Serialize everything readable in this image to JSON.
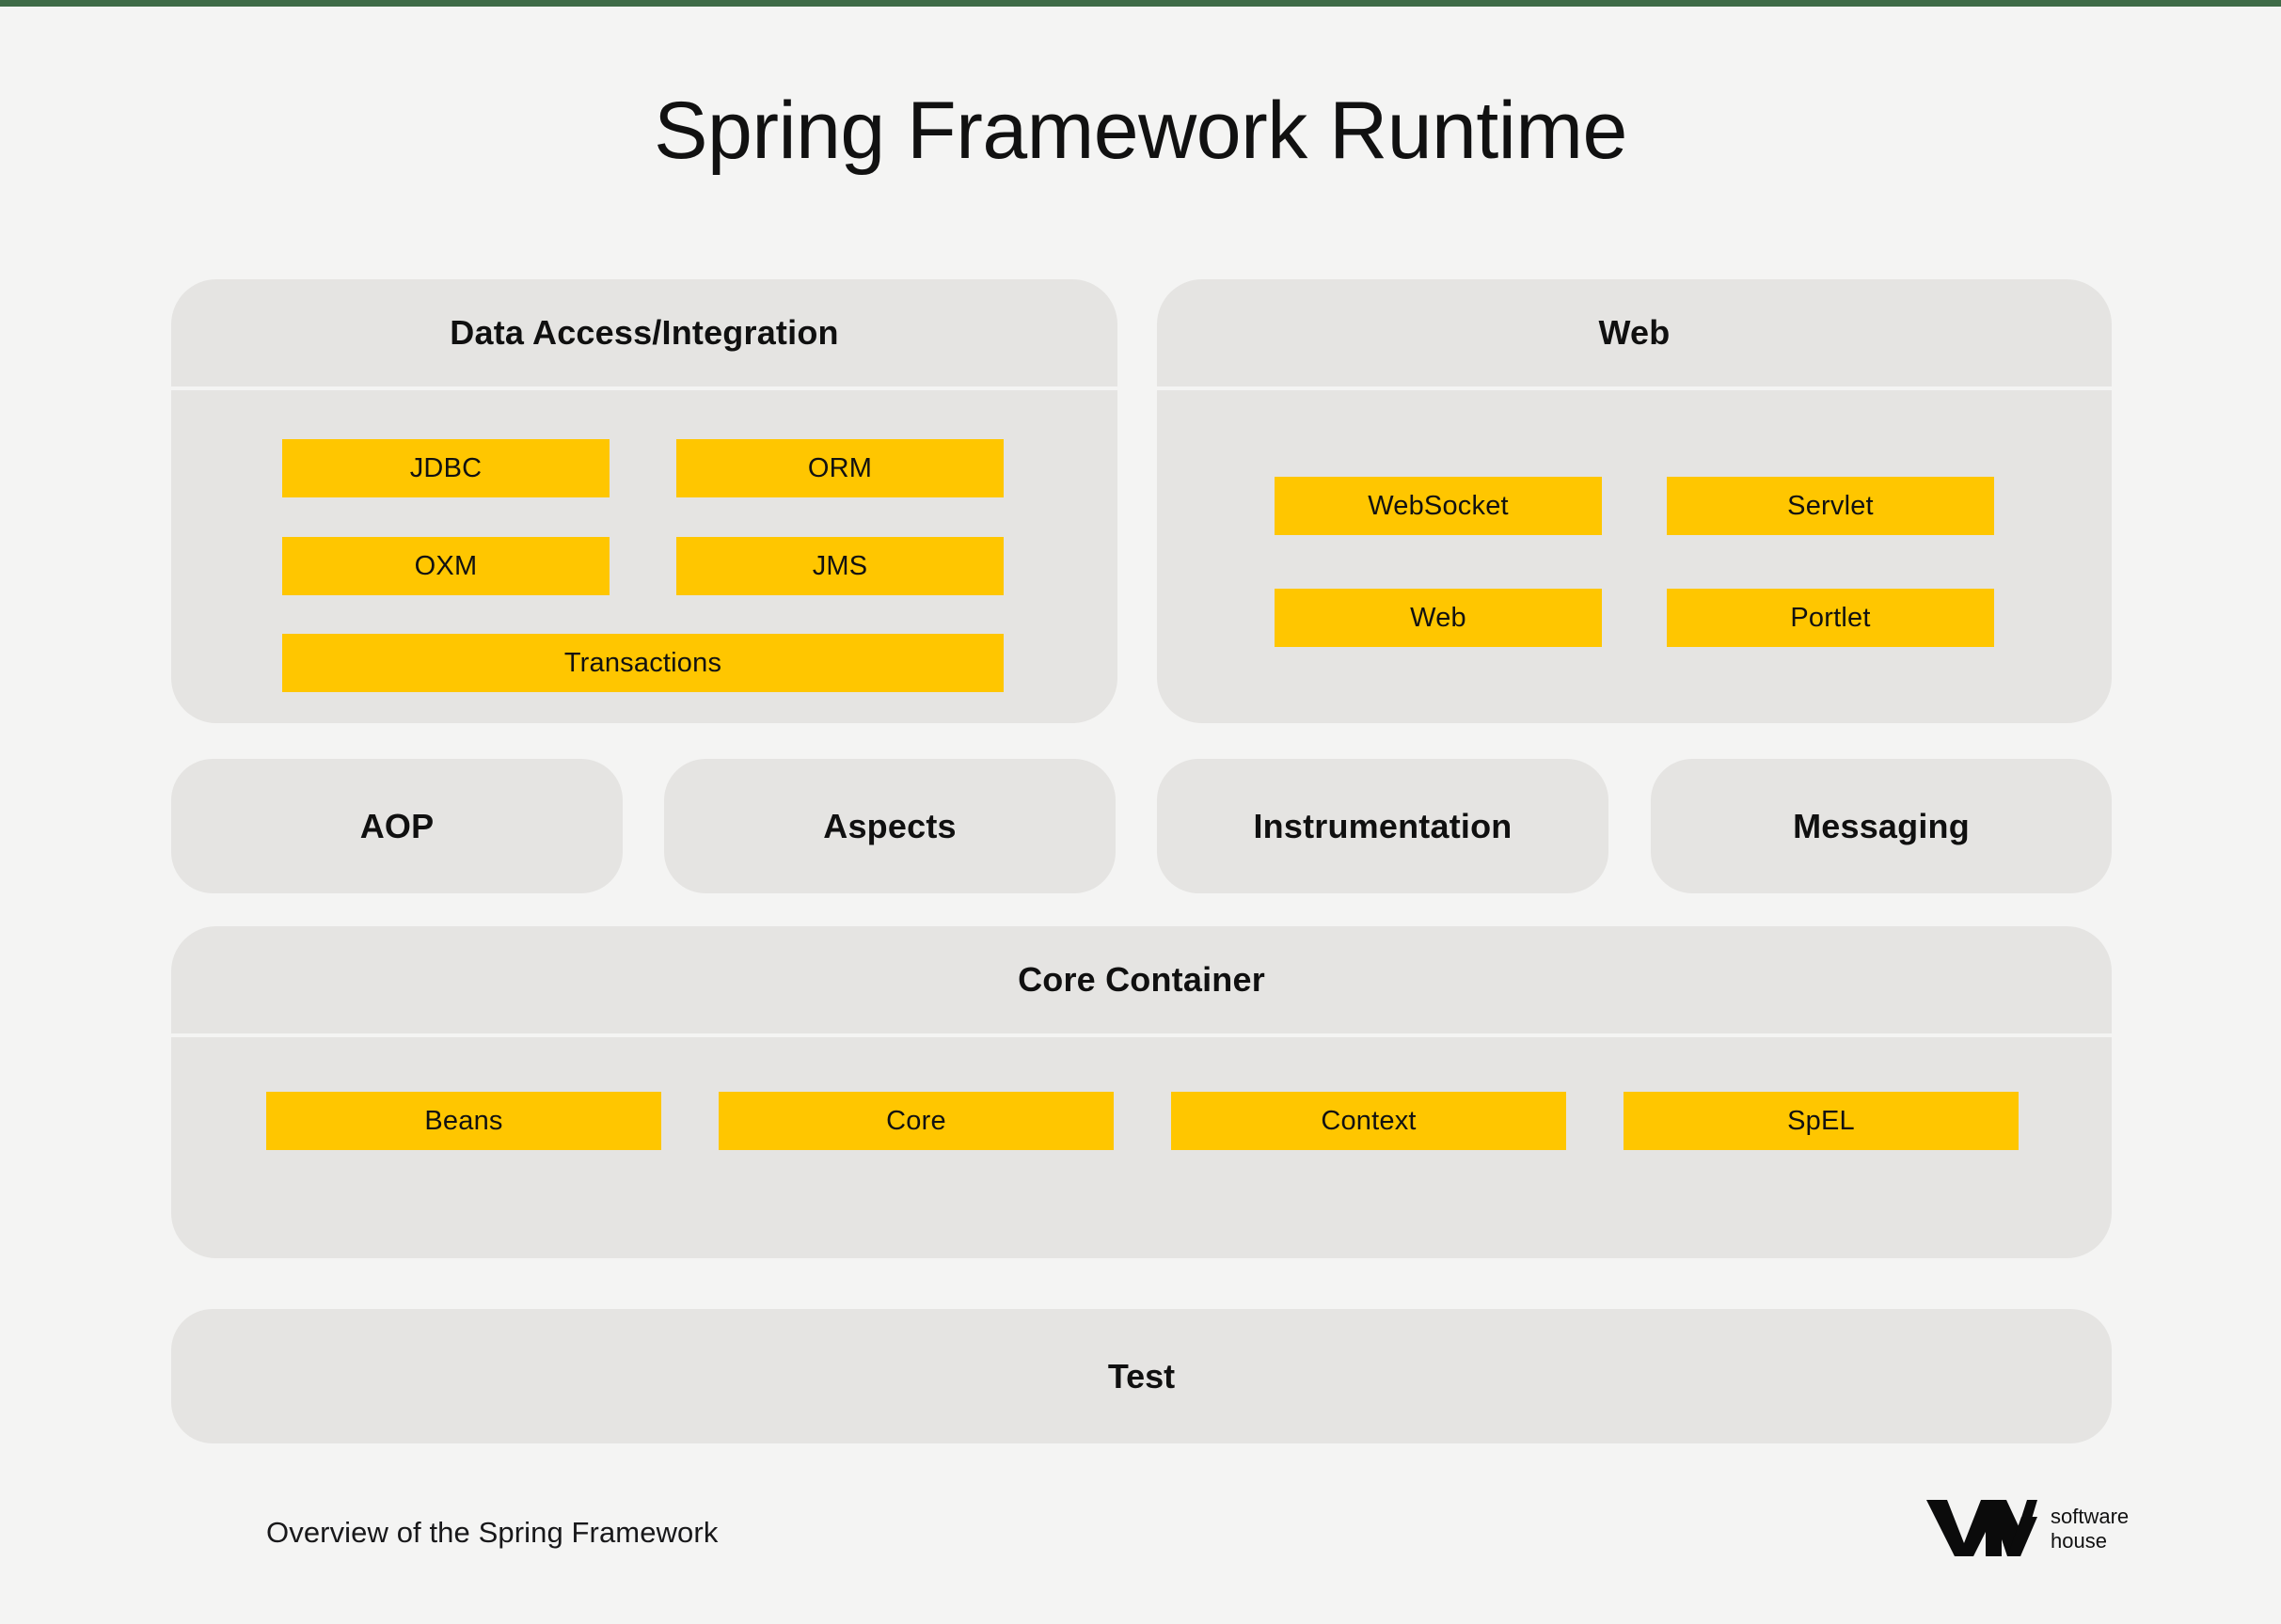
{
  "page": {
    "title": "Spring Framework Runtime",
    "caption": "Overview of the Spring Framework",
    "background_color": "#F4F4F3",
    "top_border_color": "#3E6B47",
    "panel_color": "#E5E4E2",
    "accent_color": "#FFC600"
  },
  "diagram": {
    "type": "layered-block-diagram",
    "panels": [
      {
        "id": "data-access-integration",
        "title": "Data Access/Integration",
        "modules": [
          "JDBC",
          "ORM",
          "OXM",
          "JMS",
          "Transactions"
        ]
      },
      {
        "id": "web",
        "title": "Web",
        "modules": [
          "WebSocket",
          "Servlet",
          "Web",
          "Portlet"
        ]
      }
    ],
    "pills": [
      "AOP",
      "Aspects",
      "Instrumentation",
      "Messaging"
    ],
    "core_container": {
      "title": "Core Container",
      "modules": [
        "Beans",
        "Core",
        "Context",
        "SpEL"
      ]
    },
    "test": {
      "title": "Test"
    }
  },
  "logo": {
    "mark": "vm-logo-icon",
    "line1": "software",
    "line2": "house"
  }
}
